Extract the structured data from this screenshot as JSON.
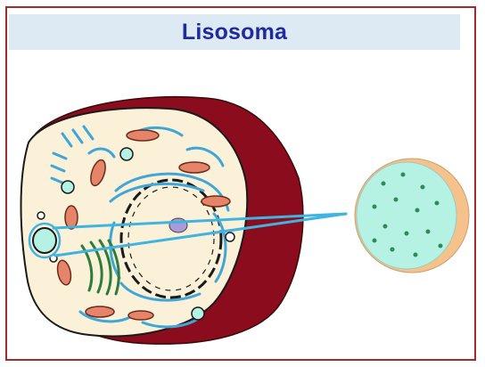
{
  "slide": {
    "title": "Lisosoma"
  },
  "colors": {
    "frame_border": "#a52a2a",
    "title_bg": "#dde9f3",
    "title_text": "#1f2aa0",
    "cell_outer": "#8b0c1c",
    "cytoplasm": "#fbf1d8",
    "er": "#3fa7d8",
    "mitochondria": "#e6846a",
    "golgi": "#2e7d3a",
    "lysosome_fill": "#b6f2e4",
    "lysosome_ring": "#f4c28a",
    "pointer": "#3fb4e0",
    "nucleolus": "#a99ad9"
  },
  "icons": {
    "cell": "animal-cell-illustration",
    "lysosome": "lysosome-closeup-illustration"
  }
}
